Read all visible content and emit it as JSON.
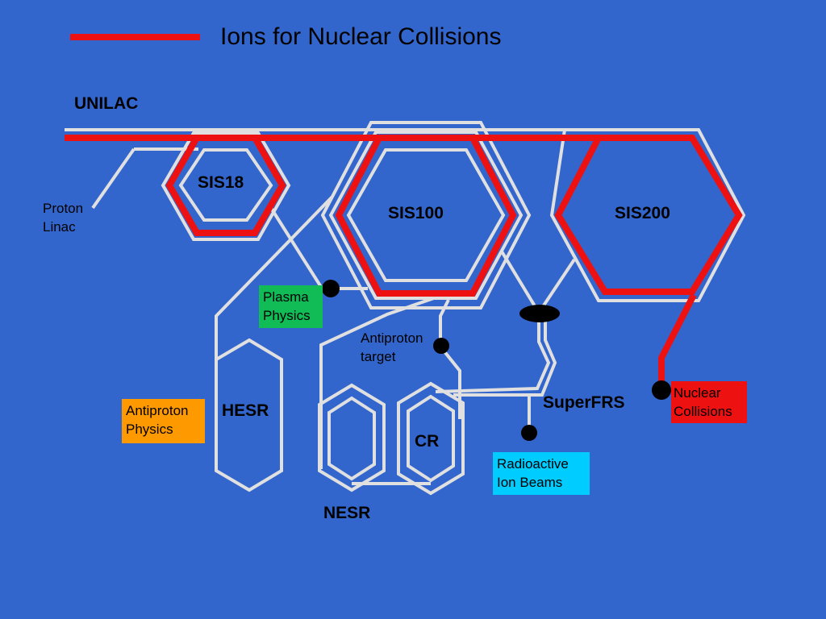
{
  "title": "Ions for Nuclear Collisions",
  "labels": {
    "unilac": "UNILAC",
    "sis18": "SIS18",
    "sis100": "SIS100",
    "sis200": "SIS200",
    "hesr": "HESR",
    "cr": "CR",
    "nesr": "NESR",
    "superfrs": "SuperFRS",
    "proton_linac_1": "Proton",
    "proton_linac_2": "Linac",
    "antiproton_target_1": "Antiproton",
    "antiproton_target_2": "target"
  },
  "boxes": {
    "plasma_1": "Plasma",
    "plasma_2": "Physics",
    "antiproton_1": "Antiproton",
    "antiproton_2": "Physics",
    "radioactive_1": "Radioactive",
    "radioactive_2": "Ion Beams",
    "nuclear_1": "Nuclear",
    "nuclear_2": "Collisions"
  },
  "colors": {
    "background": "#3366cc",
    "ion_beam": "#ee1111",
    "beamline": "#e0e0e0",
    "plasma_physics": "#11bb55",
    "antiproton_physics": "#ff9900",
    "radioactive_ion_beams": "#00ccff",
    "nuclear_collisions": "#ee1111"
  }
}
